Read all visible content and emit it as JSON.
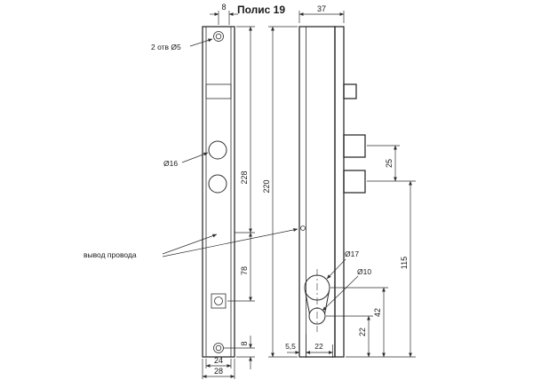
{
  "title": "Полис 19",
  "colors": {
    "ink": "#2e2e2e",
    "background": "#ffffff"
  },
  "notes": {
    "holes": "2 отв Ø5",
    "wire": "вывод провода",
    "d16": "Ø16",
    "d17": "Ø17",
    "d10": "Ø10"
  },
  "dims": {
    "front": {
      "top_offset": "8",
      "h228": "228",
      "h78": "78",
      "bottom_offset": "8",
      "w24": "24",
      "w28": "28"
    },
    "side": {
      "w37": "37",
      "h220": "220",
      "bolt_gap": "25",
      "h115": "115",
      "h42": "42",
      "h22": "22",
      "b55": "5,5",
      "b22": "22"
    }
  }
}
